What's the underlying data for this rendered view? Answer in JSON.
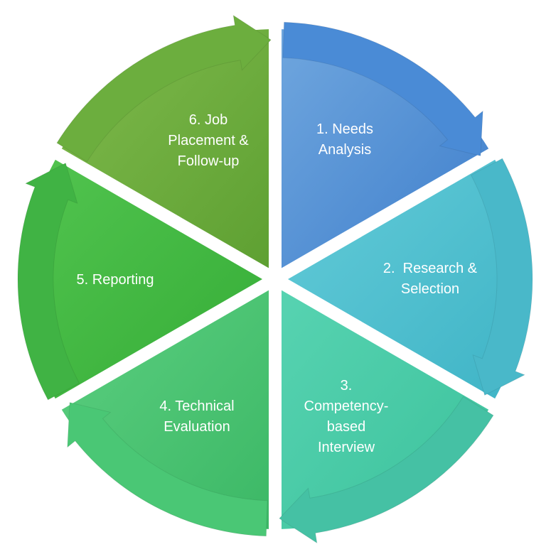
{
  "diagram": {
    "segments": [
      {
        "id": 1,
        "lines": [
          "1. Needs",
          "Analysis"
        ],
        "color_light": "#6fa6de",
        "color_dark": "#3f7fcc",
        "arrow_color": "#4a8bd6"
      },
      {
        "id": 2,
        "lines": [
          "2.  Research &",
          "Selection"
        ],
        "color_light": "#63cbd8",
        "color_dark": "#3fb4c6",
        "arrow_color": "#49b8c9"
      },
      {
        "id": 3,
        "lines": [
          "3.",
          "Competency-",
          "based",
          "Interview"
        ],
        "color_light": "#57d3b1",
        "color_dark": "#3cc29c",
        "arrow_color": "#45c1a4"
      },
      {
        "id": 4,
        "lines": [
          "4. Technical",
          "Evaluation"
        ],
        "color_light": "#5ccf80",
        "color_dark": "#3cb866",
        "arrow_color": "#4ac775"
      },
      {
        "id": 5,
        "lines": [
          "5. Reporting"
        ],
        "color_light": "#52c44f",
        "color_dark": "#35ad37",
        "arrow_color": "#40b344"
      },
      {
        "id": 6,
        "lines": [
          "6. Job",
          "Placement &",
          "Follow-up"
        ],
        "color_light": "#7fba4c",
        "color_dark": "#5ea032",
        "arrow_color": "#6cae3e"
      }
    ]
  }
}
